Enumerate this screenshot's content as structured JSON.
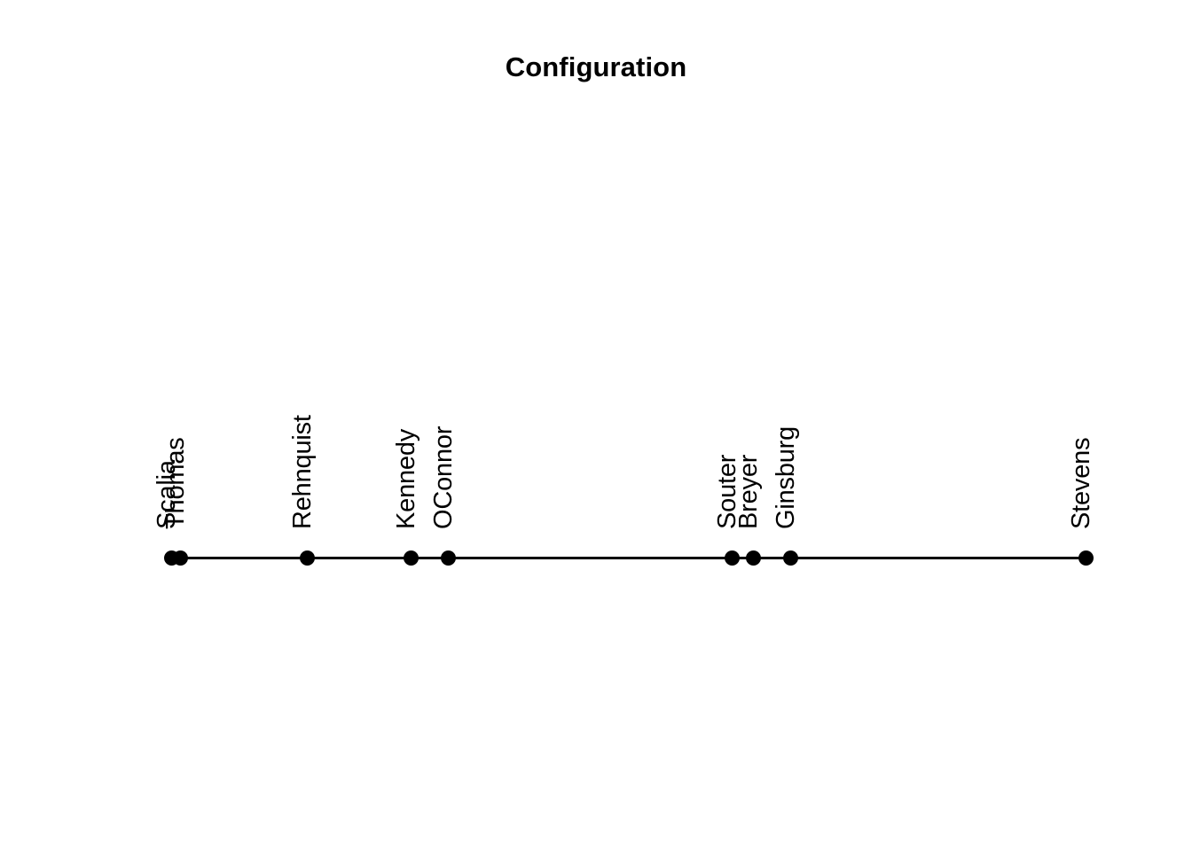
{
  "title": "Configuration",
  "background_color": "#ffffff",
  "foreground_color": "#000000",
  "axis": {
    "orientation": "horizontal",
    "line_color": "#000000",
    "start_x": 193,
    "end_x": 1224,
    "y": 629
  },
  "chart_data": {
    "type": "scatter",
    "title": "Configuration",
    "subtitle": "",
    "xlabel": "",
    "ylabel": "",
    "grid": false,
    "legend": "none",
    "axis_visible": false,
    "dimensions": 1,
    "categories": [
      "Scalia",
      "Thomas",
      "Rehnquist",
      "Kennedy",
      "OConnor",
      "Souter",
      "Breyer",
      "Ginsburg",
      "Stevens"
    ],
    "values": [
      -1.0,
      -0.98,
      -0.703,
      -0.476,
      -0.394,
      0.228,
      0.275,
      0.356,
      1.0
    ],
    "points": [
      {
        "label": "Scalia",
        "value": -1.0,
        "px": 193
      },
      {
        "label": "Thomas",
        "value": -0.98,
        "px": 203
      },
      {
        "label": "Rehnquist",
        "value": -0.703,
        "px": 346
      },
      {
        "label": "Kennedy",
        "value": -0.476,
        "px": 463
      },
      {
        "label": "OConnor",
        "value": -0.394,
        "px": 505
      },
      {
        "label": "Souter",
        "value": 0.228,
        "px": 825
      },
      {
        "label": "Breyer",
        "value": 0.275,
        "px": 849
      },
      {
        "label": "Ginsburg",
        "value": 0.356,
        "px": 891
      },
      {
        "label": "Stevens",
        "value": 1.0,
        "px": 1224
      }
    ],
    "xlim": [
      -1.0,
      1.0
    ],
    "marker": "filled-circle",
    "marker_color": "#000000"
  }
}
